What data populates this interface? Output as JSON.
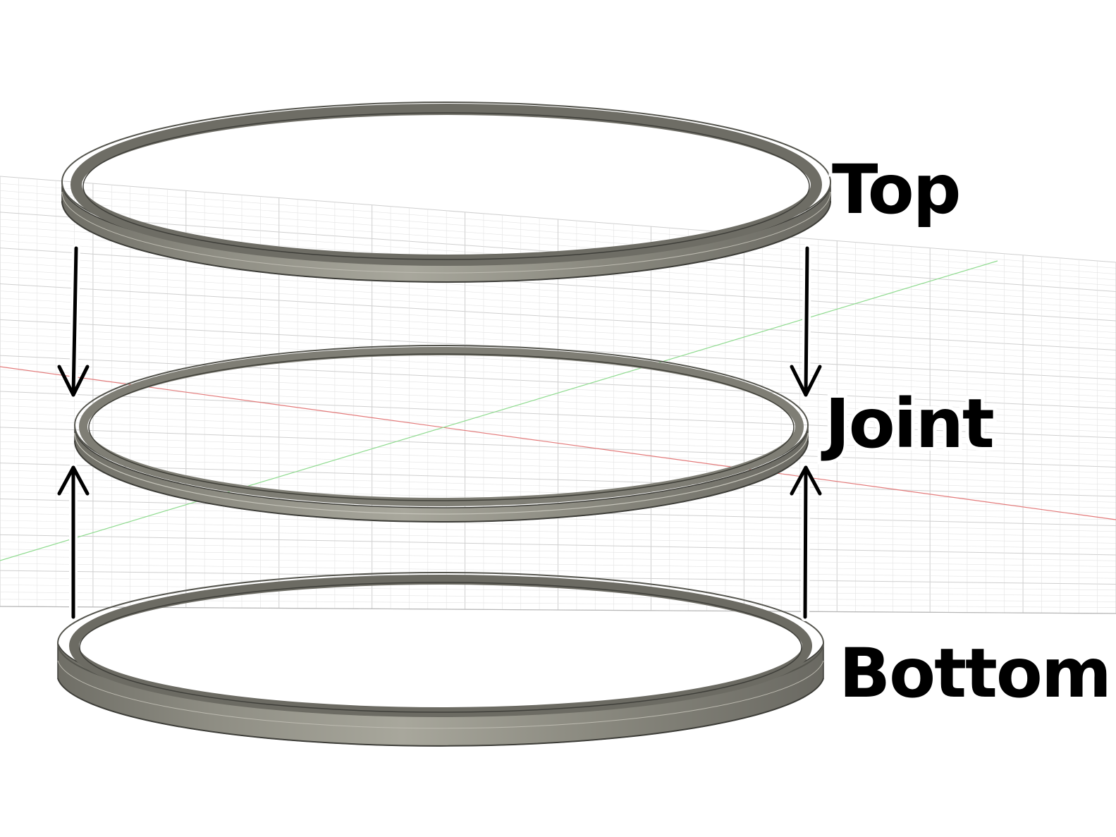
{
  "labels": {
    "top": "Top",
    "joint": "Joint",
    "bottom": "Bottom"
  },
  "colors": {
    "background": "#ffffff",
    "grid_minor": "#e4e4e4",
    "grid_major": "#cfcfcf",
    "x_axis": "#e06060",
    "y_axis": "#7fd87f",
    "ring_face": "#8c8b80",
    "ring_face_light": "#a9a89e",
    "ring_edge": "#3d3d38",
    "arrow": "#000000",
    "label_text": "#000000"
  },
  "diagram": {
    "parts": [
      "top-ring",
      "joint-ring",
      "bottom-ring"
    ],
    "arrows": [
      "top-left-down",
      "top-right-down",
      "bottom-left-up",
      "bottom-right-up"
    ]
  }
}
